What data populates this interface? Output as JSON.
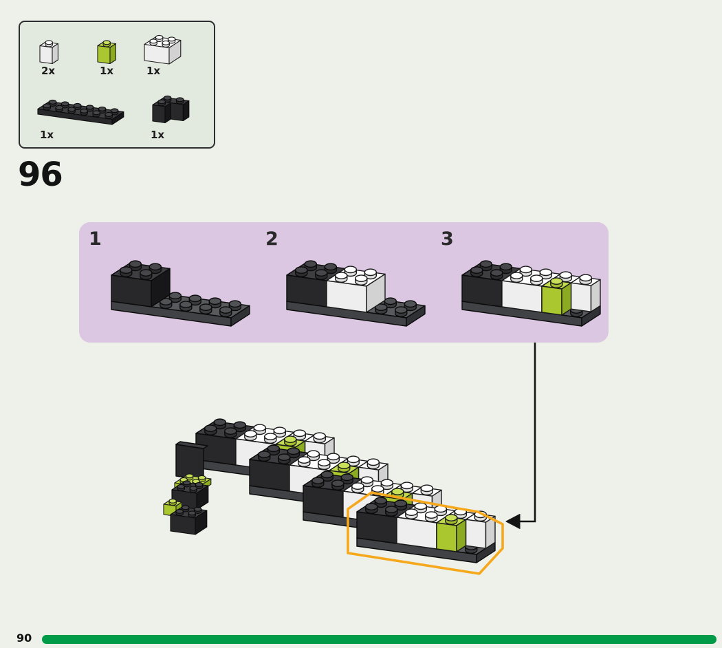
{
  "page": {
    "background_color": "#eef1ea",
    "step_number": "96",
    "page_number": "90",
    "progress_bar_color": "#009b48"
  },
  "parts_box": {
    "background_color": "#e2e9df",
    "border_color": "#2e2e30",
    "parts": [
      {
        "name": "white-1x1-brick",
        "count": "2x"
      },
      {
        "name": "lime-1x1-brick",
        "count": "1x"
      },
      {
        "name": "white-2x2-brick",
        "count": "1x"
      },
      {
        "name": "black-2x6-plate",
        "count": "1x"
      },
      {
        "name": "black-2x2-corner-brick",
        "count": "1x"
      }
    ]
  },
  "substeps_panel": {
    "background_color": "#dbc7e2",
    "steps": [
      {
        "label": "1"
      },
      {
        "label": "2"
      },
      {
        "label": "3"
      }
    ]
  },
  "assembly": {
    "highlight_color": "#f6a81c"
  },
  "colors": {
    "lime": "#b5d334",
    "white_brick": "#ffffff",
    "black_brick": "#28282b",
    "plate_gray": "#595a5e",
    "progress_green": "#009b48"
  }
}
